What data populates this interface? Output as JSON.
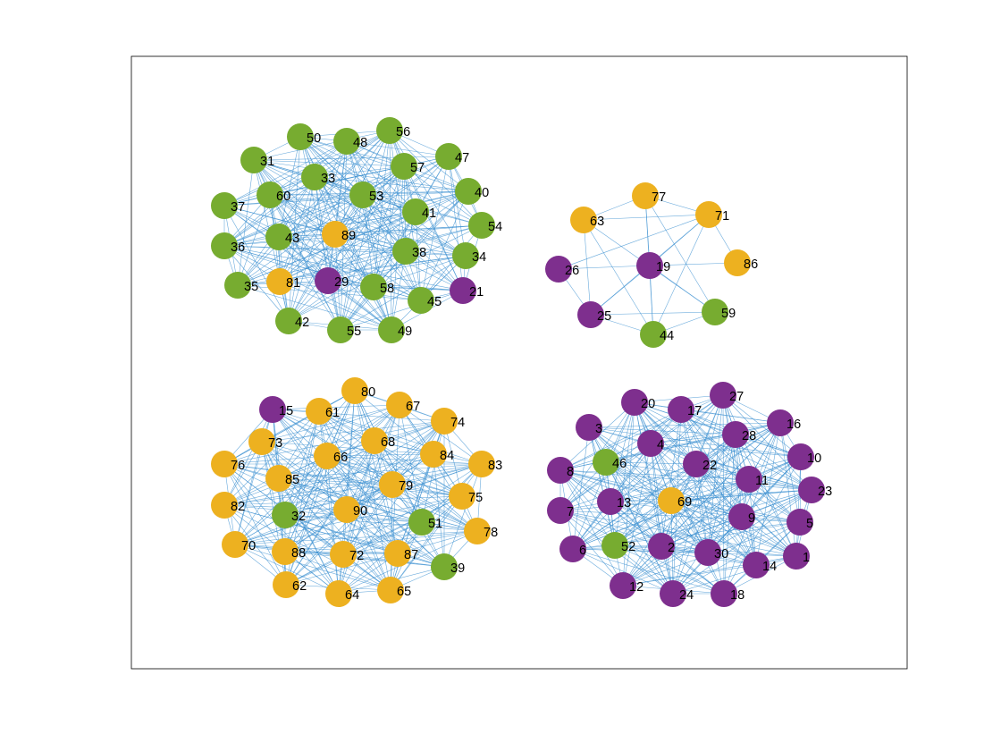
{
  "figure": {
    "type": "network-graph",
    "colors": {
      "edge": "#3a8fd0",
      "purple": "#7e2f8e",
      "green": "#77ac30",
      "orange": "#edb120",
      "axes": "#000000",
      "background": "#ffffff"
    },
    "clusters": [
      {
        "name": "top-left",
        "node_ids": [
          50,
          48,
          56,
          31,
          47,
          57,
          33,
          40,
          60,
          53,
          37,
          41,
          54,
          36,
          43,
          89,
          38,
          34,
          35,
          81,
          29,
          58,
          21,
          45,
          42,
          55,
          49
        ],
        "group_colors": {
          "green": [
            50,
            48,
            56,
            31,
            47,
            57,
            33,
            40,
            60,
            53,
            37,
            41,
            54,
            36,
            43,
            38,
            34,
            35,
            58,
            45,
            42,
            55,
            49
          ],
          "orange": [
            89,
            81
          ],
          "purple": [
            29,
            21
          ]
        }
      },
      {
        "name": "top-right",
        "node_ids": [
          77,
          63,
          71,
          26,
          19,
          86,
          25,
          59,
          44
        ],
        "group_colors": {
          "orange": [
            77,
            63,
            71,
            86
          ],
          "purple": [
            26,
            19,
            25
          ],
          "green": [
            59,
            44
          ]
        }
      },
      {
        "name": "bottom-left",
        "node_ids": [
          80,
          15,
          61,
          67,
          74,
          73,
          68,
          76,
          66,
          84,
          83,
          85,
          79,
          75,
          82,
          32,
          90,
          51,
          78,
          70,
          88,
          72,
          87,
          39,
          62,
          64,
          65
        ],
        "group_colors": {
          "purple": [
            15
          ],
          "green": [
            32,
            51,
            39
          ],
          "orange": [
            80,
            61,
            67,
            74,
            73,
            68,
            76,
            66,
            84,
            83,
            85,
            79,
            75,
            82,
            90,
            78,
            70,
            88,
            72,
            87,
            62,
            64,
            65
          ]
        }
      },
      {
        "name": "bottom-right",
        "node_ids": [
          27,
          20,
          17,
          16,
          3,
          28,
          4,
          10,
          46,
          22,
          8,
          11,
          23,
          13,
          69,
          7,
          9,
          5,
          6,
          52,
          2,
          30,
          1,
          14,
          12,
          24,
          18
        ],
        "group_colors": {
          "green": [
            46,
            52
          ],
          "orange": [
            69
          ],
          "purple": [
            27,
            20,
            17,
            16,
            3,
            28,
            4,
            10,
            22,
            8,
            11,
            23,
            13,
            7,
            9,
            5,
            6,
            2,
            30,
            1,
            14,
            12,
            24,
            18
          ]
        }
      }
    ]
  }
}
